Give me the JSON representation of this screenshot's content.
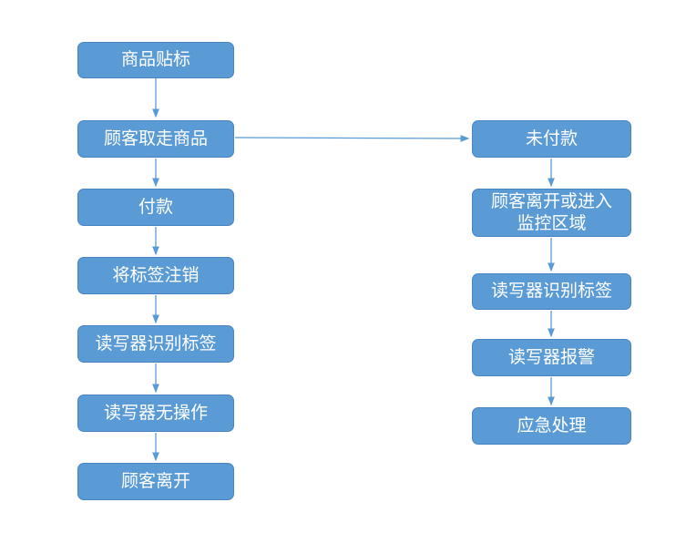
{
  "page": {
    "background_color": "#ffffff",
    "description_colors": {
      "node_fill": "#5b9bd5",
      "node_border": "#4a84c0",
      "node_text": "#ffffff",
      "arrow": "#5b9bd5"
    }
  },
  "flowchart": {
    "left_column": [
      {
        "label": "商品贴标"
      },
      {
        "label": "顾客取走商品"
      },
      {
        "label": "付款"
      },
      {
        "label": "将标签注销"
      },
      {
        "label": "读写器识别标签"
      },
      {
        "label": "读写器无操作"
      },
      {
        "label": "顾客离开"
      }
    ],
    "right_column": [
      {
        "label": "未付款"
      },
      {
        "label": "顾客离开或进入监控区域"
      },
      {
        "label": "读写器识别标签"
      },
      {
        "label": "读写器报警"
      },
      {
        "label": "应急处理"
      }
    ]
  }
}
